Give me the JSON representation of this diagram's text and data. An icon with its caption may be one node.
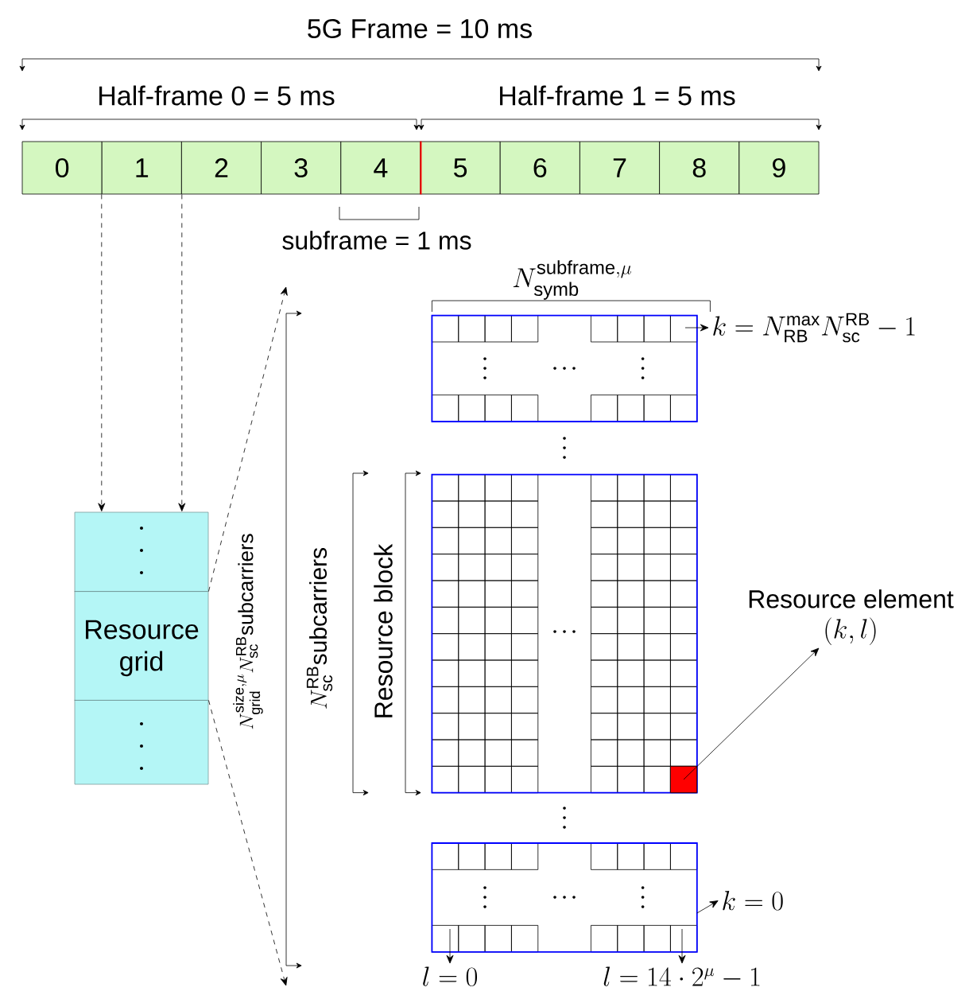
{
  "diagram": {
    "nodes": [
      {
        "text": [
          "0"
        ]
      },
      {
        "text": [
          "1"
        ]
      },
      {
        "text": [
          "2"
        ]
      },
      {
        "text": [
          "3"
        ]
      },
      {
        "text": [
          "4"
        ]
      },
      {
        "text": [
          "5"
        ]
      },
      {
        "text": [
          "6"
        ]
      },
      {
        "text": [
          "7"
        ]
      },
      {
        "text": [
          "8"
        ]
      },
      {
        "text": [
          "9"
        ]
      },
      {
        "text": [
          "Resource grid"
        ]
      },
      {
        "text": [],
        "shape": "box"
      },
      {
        "text": [
          "Resource element",
          "(k,l)"
        ]
      },
      {
        "text": [
          "k=N^{\\max}_{\\mathrm{RB}}N^{\\mathrm{RB}}_{\\mathrm{sc}}-1"
        ]
      },
      {
        "text": [
          "k=0"
        ]
      },
      {
        "text": [
          "l=0"
        ]
      },
      {
        "text": [
          "l=14\\cdot 2^{\\mu}-1"
        ]
      }
    ],
    "edges": [
      {
        "from": 1,
        "to": 10,
        "arrow": "to",
        "style": "dashed"
      },
      {
        "from": 1,
        "to": 10,
        "arrow": "to",
        "style": "dashed"
      },
      {
        "from": 10,
        "to": null,
        "arrow": "to",
        "style": "dashed"
      },
      {
        "from": 10,
        "to": null,
        "arrow": "to",
        "style": "dashed"
      },
      {
        "from": 11,
        "to": 12,
        "arrow": "to"
      },
      {
        "from": null,
        "to": 13,
        "arrow": "to"
      },
      {
        "from": null,
        "to": 14,
        "arrow": "to"
      },
      {
        "from": null,
        "to": 15,
        "arrow": "to"
      },
      {
        "from": null,
        "to": 16,
        "arrow": "to"
      }
    ],
    "labels": [
      "5G Frame = 10 ms",
      "Half-frame 0 = 5 ms",
      "Half-frame 1 = 5 ms",
      "subframe = 1 ms",
      "N^{\\mathrm{subframe},\\mu}_{\\mathrm{symb}}",
      "N^{\\mathrm{size},\\mu}_{\\mathrm{grid}}N^{\\mathrm{RB}}_{\\mathrm{sc}}\\text{subcarriers}",
      "N^{\\mathrm{RB}}_{\\mathrm{sc}}\\text{subcarriers}",
      "Resource block"
    ]
  }
}
